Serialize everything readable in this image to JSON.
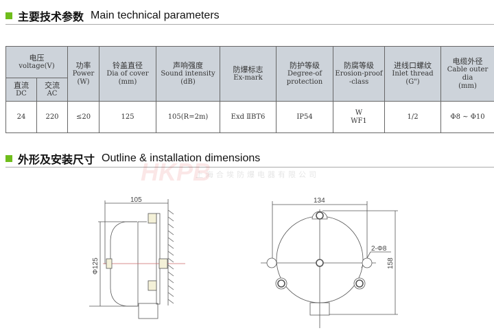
{
  "section1": {
    "title_cn": "主要技术参数",
    "title_en": "Main technical parameters"
  },
  "table": {
    "headers": {
      "voltage": {
        "cn": "电压",
        "en": "voltage(V)"
      },
      "dc": {
        "cn": "直流",
        "en": "DC"
      },
      "ac": {
        "cn": "交流",
        "en": "AC"
      },
      "power": {
        "cn": "功率",
        "en": "Power",
        "unit": "(W)"
      },
      "dia": {
        "cn": "铃盖直径",
        "en": "Dia of cover",
        "unit": "(mm)"
      },
      "sound": {
        "cn": "声响强度",
        "en": "Sound intensity",
        "unit": "(dB)"
      },
      "exmark": {
        "cn": "防爆标志",
        "en": "Ex-mark"
      },
      "protection": {
        "cn": "防护等级",
        "en": "Degree-of",
        "en2": "protection"
      },
      "erosion": {
        "cn": "防腐等级",
        "en": "Erosion-proof",
        "en2": "-class"
      },
      "inlet": {
        "cn": "进线口螺纹",
        "en": "Inlet thread",
        "unit": "(G\")"
      },
      "cable": {
        "cn": "电缆外径",
        "en": "Cable outer dia",
        "unit": "(mm)"
      }
    },
    "row": {
      "dc": "24",
      "ac": "220",
      "power": "≤20",
      "dia": "125",
      "sound": "105(R=2m)",
      "exmark": "Exd ⅡBT6",
      "protection": "IP54",
      "erosion1": "W",
      "erosion2": "WF1",
      "inlet": "1/2",
      "cable": "Φ8 ~ Φ10"
    }
  },
  "section2": {
    "title_cn": "外形及安装尺寸",
    "title_en": "Outline & installation dimensions"
  },
  "watermark": {
    "logo": "HKPB",
    "company": "上海合埃防爆电器有限公司"
  },
  "drawing": {
    "side_width": "105",
    "side_dia": "Φ125",
    "front_width": "134",
    "front_height": "158",
    "holes": "2-Φ8"
  },
  "colors": {
    "accent": "#6fbd1c",
    "header_bg": "#cdd3da"
  }
}
